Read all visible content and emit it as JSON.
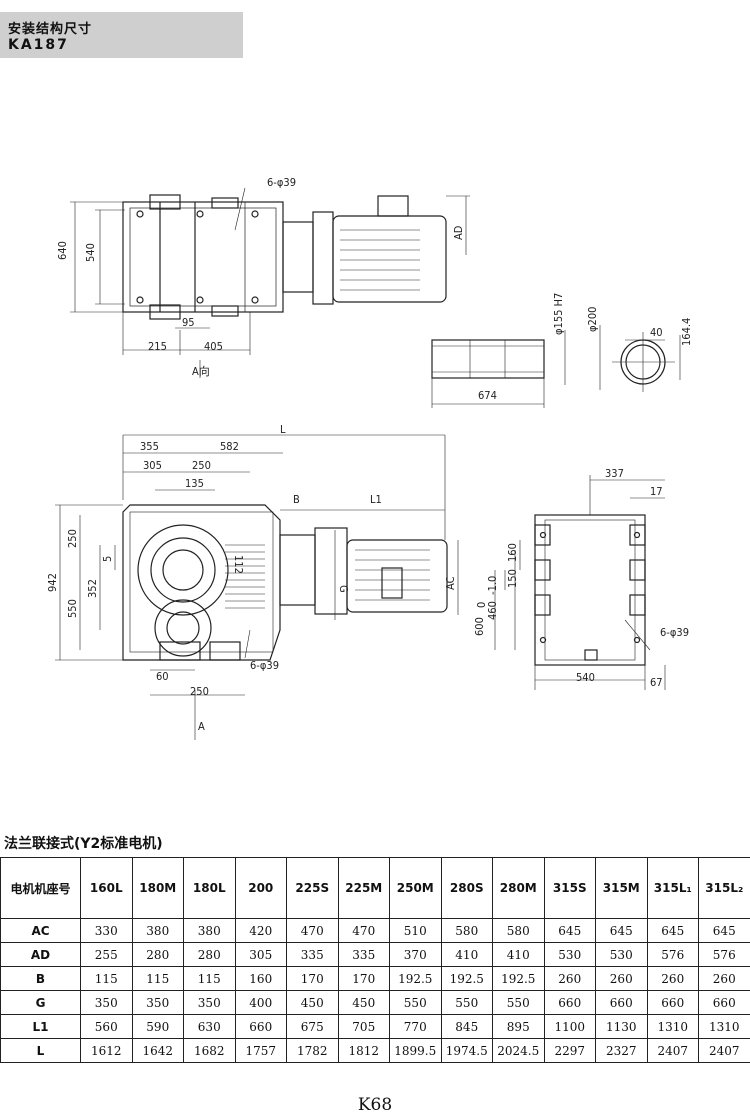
{
  "header": {
    "title": "安装结构尺寸",
    "model": "KA187"
  },
  "drawing": {
    "top_view": {
      "dims": [
        "6-φ39",
        "640",
        "540",
        "95",
        "215",
        "405",
        "A向",
        "AD"
      ]
    },
    "shaft_view": {
      "dims": [
        "φ155 H7",
        "φ200",
        "674",
        "40",
        "164.4"
      ]
    },
    "front_view": {
      "dims": [
        "L",
        "355",
        "582",
        "305",
        "250",
        "135",
        "B",
        "L1",
        "250",
        "5",
        "352",
        "942",
        "550",
        "112",
        "G",
        "AC",
        "6-φ39",
        "60",
        "250",
        "A"
      ]
    },
    "side_view": {
      "dims": [
        "337",
        "17",
        "160",
        "150",
        "460",
        "600",
        "0",
        "-1.0",
        "6-φ39",
        "540",
        "67"
      ]
    }
  },
  "table": {
    "title": "法兰联接式(Y2标准电机)",
    "header_label": "电机机座号",
    "columns": [
      "160L",
      "180M",
      "180L",
      "200",
      "225S",
      "225M",
      "250M",
      "280S",
      "280M",
      "315S",
      "315M",
      "315L₁",
      "315L₂"
    ],
    "rows": [
      {
        "label": "AC",
        "values": [
          "330",
          "380",
          "380",
          "420",
          "470",
          "470",
          "510",
          "580",
          "580",
          "645",
          "645",
          "645",
          "645"
        ]
      },
      {
        "label": "AD",
        "values": [
          "255",
          "280",
          "280",
          "305",
          "335",
          "335",
          "370",
          "410",
          "410",
          "530",
          "530",
          "576",
          "576"
        ]
      },
      {
        "label": "B",
        "values": [
          "115",
          "115",
          "115",
          "160",
          "170",
          "170",
          "192.5",
          "192.5",
          "192.5",
          "260",
          "260",
          "260",
          "260"
        ]
      },
      {
        "label": "G",
        "values": [
          "350",
          "350",
          "350",
          "400",
          "450",
          "450",
          "550",
          "550",
          "550",
          "660",
          "660",
          "660",
          "660"
        ]
      },
      {
        "label": "L1",
        "values": [
          "560",
          "590",
          "630",
          "660",
          "675",
          "705",
          "770",
          "845",
          "895",
          "1100",
          "1130",
          "1310",
          "1310"
        ]
      },
      {
        "label": "L",
        "values": [
          "1612",
          "1642",
          "1682",
          "1757",
          "1782",
          "1812",
          "1899.5",
          "1974.5",
          "2024.5",
          "2297",
          "2327",
          "2407",
          "2407"
        ]
      }
    ]
  },
  "page_number": "K68"
}
